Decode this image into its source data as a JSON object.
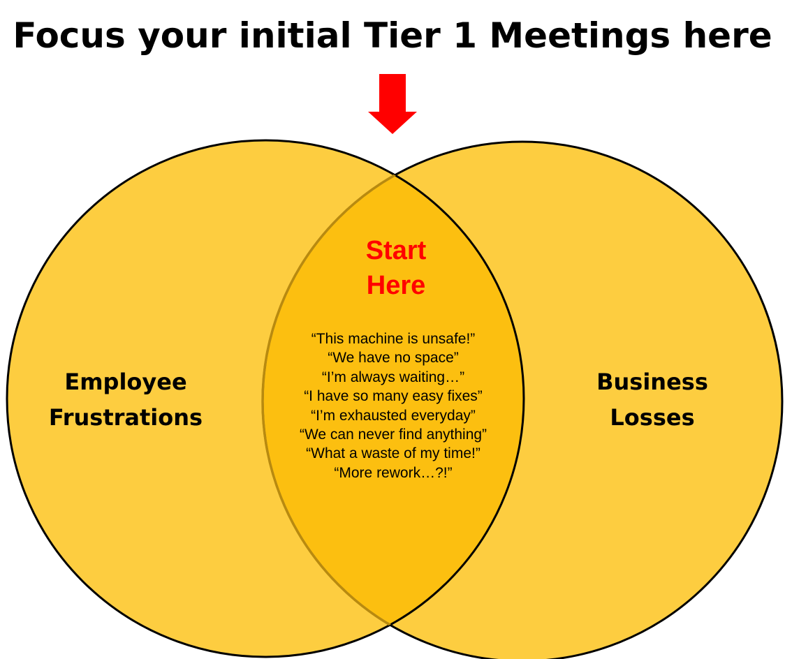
{
  "title": "Focus your initial Tier 1 Meetings here",
  "colors": {
    "circle_fill": "#fdcd40",
    "overlap_fill": "#fcbf10",
    "outline": "#000000",
    "arrow": "#ff0000",
    "start_text": "#ff0000"
  },
  "arrow_icon": "down-arrow",
  "left_circle": {
    "line1": "Employee",
    "line2": "Frustrations"
  },
  "right_circle": {
    "line1": "Business",
    "line2": "Losses"
  },
  "overlap": {
    "heading_line1": "Start",
    "heading_line2": "Here",
    "quotes": [
      "“This machine is unsafe!”",
      "“We have no space”",
      "“I’m always waiting…”",
      "“I have so many easy fixes”",
      "“I’m exhausted everyday”",
      "“We can never find anything”",
      "“What a waste of my time!”",
      "“More rework…?!”"
    ]
  }
}
